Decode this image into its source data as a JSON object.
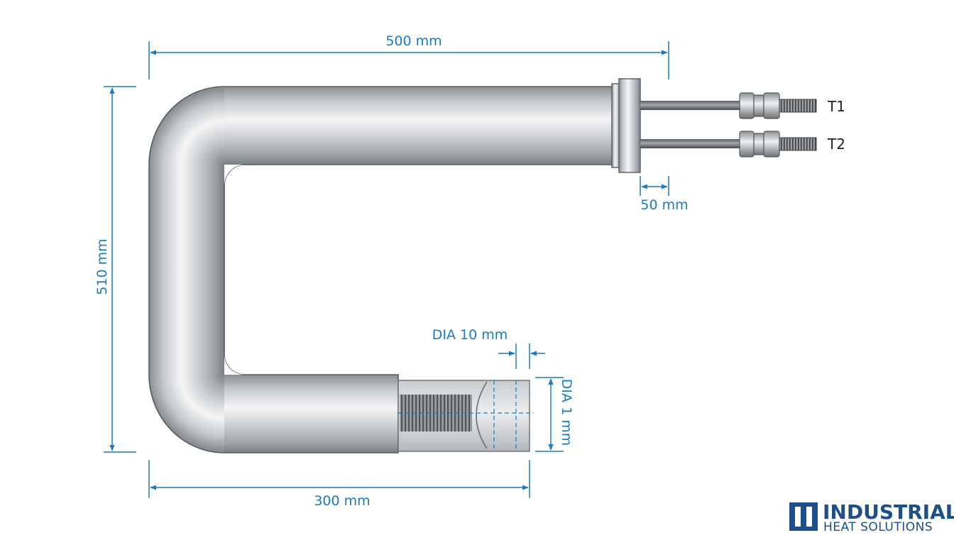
{
  "colors": {
    "dimension": "#1a7bc4",
    "tube_highlight": "#f2f3f4",
    "tube_mid": "#b9bdc1",
    "tube_shadow": "#7c8186",
    "outline": "#555a5f",
    "logo": "#1f4f8a"
  },
  "dimensions": {
    "top_length": "500 mm",
    "height": "510 mm",
    "bottom_length": "300 mm",
    "terminal_length": "50 mm",
    "dia_label": "DIA 10 mm",
    "dia_end": "DIA 1 mm"
  },
  "terminals": {
    "t1": "T1",
    "t2": "T2"
  },
  "logo": {
    "line1": "INDUSTRIAL",
    "line2": "HEAT SOLUTIONS"
  }
}
